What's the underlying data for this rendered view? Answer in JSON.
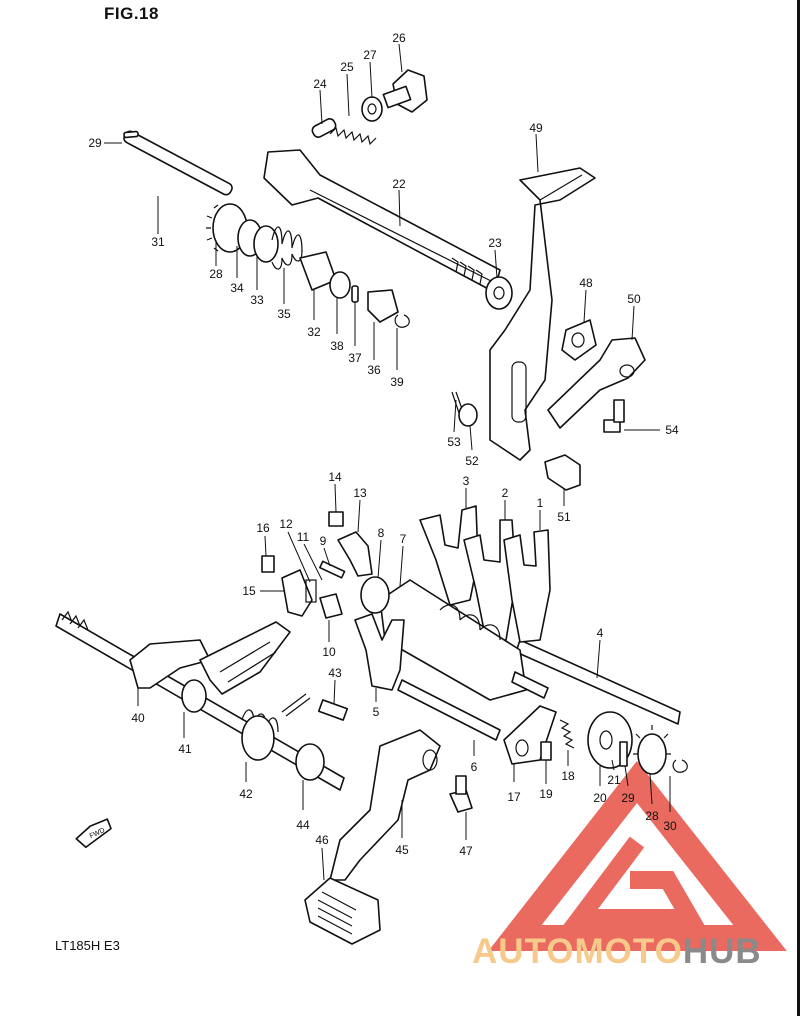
{
  "figure": {
    "title": "FIG.18",
    "model_code": "LT185H  E3"
  },
  "fwd_label": "FWD",
  "watermark": {
    "text_a": "AUTOMOTO",
    "text_b": "HUB",
    "triangle_color": "#e85a4f",
    "text_a_color": "#f7c98a",
    "text_b_color": "#8a8a8a"
  },
  "callouts": [
    {
      "id": "c26",
      "label": "26"
    },
    {
      "id": "c27",
      "label": "27"
    },
    {
      "id": "c25",
      "label": "25"
    },
    {
      "id": "c24",
      "label": "24"
    },
    {
      "id": "c49",
      "label": "49"
    },
    {
      "id": "c29a",
      "label": "29"
    },
    {
      "id": "c22",
      "label": "22"
    },
    {
      "id": "c31",
      "label": "31"
    },
    {
      "id": "c23",
      "label": "23"
    },
    {
      "id": "c28a",
      "label": "28"
    },
    {
      "id": "c34",
      "label": "34"
    },
    {
      "id": "c33",
      "label": "33"
    },
    {
      "id": "c35",
      "label": "35"
    },
    {
      "id": "c32",
      "label": "32"
    },
    {
      "id": "c38",
      "label": "38"
    },
    {
      "id": "c37",
      "label": "37"
    },
    {
      "id": "c36",
      "label": "36"
    },
    {
      "id": "c39",
      "label": "39"
    },
    {
      "id": "c48",
      "label": "48"
    },
    {
      "id": "c50",
      "label": "50"
    },
    {
      "id": "c54",
      "label": "54"
    },
    {
      "id": "c53",
      "label": "53"
    },
    {
      "id": "c52",
      "label": "52"
    },
    {
      "id": "c51",
      "label": "51"
    },
    {
      "id": "c14",
      "label": "14"
    },
    {
      "id": "c13",
      "label": "13"
    },
    {
      "id": "c3",
      "label": "3"
    },
    {
      "id": "c2",
      "label": "2"
    },
    {
      "id": "c1",
      "label": "1"
    },
    {
      "id": "c16",
      "label": "16"
    },
    {
      "id": "c12",
      "label": "12"
    },
    {
      "id": "c11",
      "label": "11"
    },
    {
      "id": "c9",
      "label": "9"
    },
    {
      "id": "c8",
      "label": "8"
    },
    {
      "id": "c7",
      "label": "7"
    },
    {
      "id": "c15",
      "label": "15"
    },
    {
      "id": "c4",
      "label": "4"
    },
    {
      "id": "c10",
      "label": "10"
    },
    {
      "id": "c43",
      "label": "43"
    },
    {
      "id": "c5",
      "label": "5"
    },
    {
      "id": "c40",
      "label": "40"
    },
    {
      "id": "c41",
      "label": "41"
    },
    {
      "id": "c6",
      "label": "6"
    },
    {
      "id": "c18",
      "label": "18"
    },
    {
      "id": "c21",
      "label": "21"
    },
    {
      "id": "c17",
      "label": "17"
    },
    {
      "id": "c19",
      "label": "19"
    },
    {
      "id": "c20",
      "label": "20"
    },
    {
      "id": "c29b",
      "label": "29"
    },
    {
      "id": "c28b",
      "label": "28"
    },
    {
      "id": "c30",
      "label": "30"
    },
    {
      "id": "c42",
      "label": "42"
    },
    {
      "id": "c44",
      "label": "44"
    },
    {
      "id": "c47",
      "label": "47"
    },
    {
      "id": "c45",
      "label": "45"
    },
    {
      "id": "c46",
      "label": "46"
    }
  ]
}
